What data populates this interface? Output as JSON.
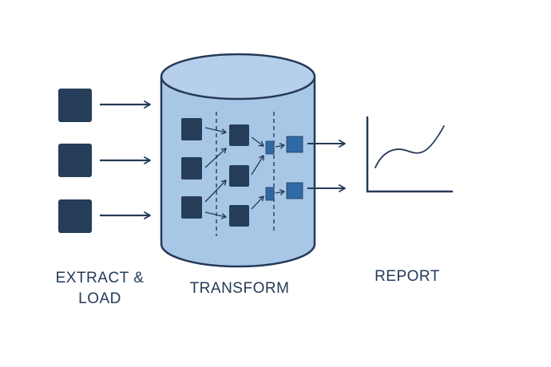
{
  "labels": {
    "extract_load_line1": "EXTRACT &",
    "extract_load_line2": "LOAD",
    "transform": "TRANSFORM",
    "report": "REPORT"
  },
  "colors": {
    "dark_node": "#263d59",
    "blue_node": "#2f6aa6",
    "cylinder_fill": "#a8c6e6",
    "cylinder_stroke": "#243a57",
    "arrow": "#243a57",
    "text": "#243a57"
  },
  "icons": {
    "source_blocks": "dark-square-icon",
    "cylinder": "database-cylinder-icon",
    "report": "line-chart-icon"
  }
}
